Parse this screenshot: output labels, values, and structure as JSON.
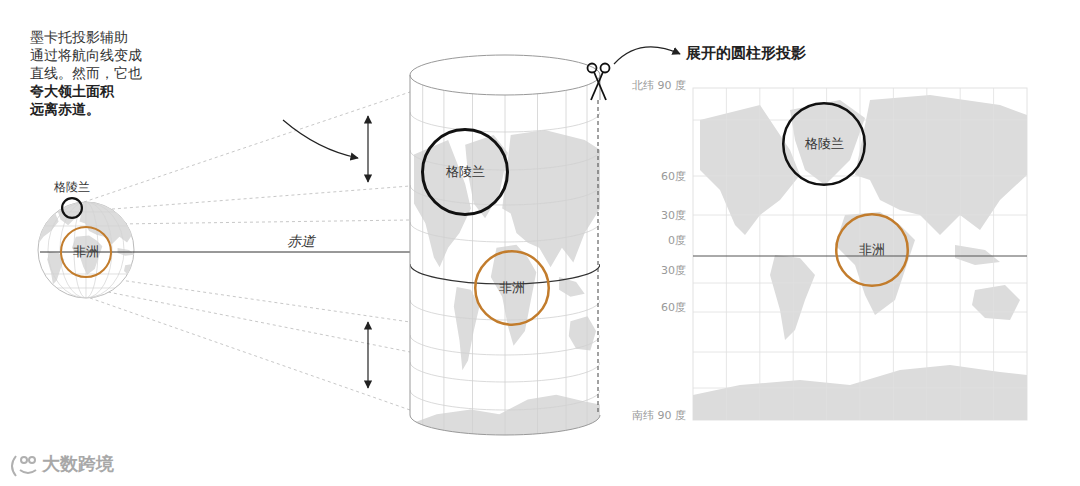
{
  "diagram": {
    "nodes": [
      {
        "text": [
          "格陵兰"
        ]
      },
      {
        "text": [
          "非洲"
        ]
      },
      {
        "text": [
          "格陵兰"
        ]
      },
      {
        "text": [
          "非洲"
        ]
      },
      {
        "text": [
          "格陵兰"
        ]
      },
      {
        "text": [
          "非洲"
        ]
      }
    ],
    "labels": [
      "墨卡托投影辅助 通过将航向线变成 直线。然而，它也",
      "夸大领土面积 远离赤道。",
      "赤道",
      "展开的圆柱形投影",
      "北纬 90 度",
      "60度",
      "30度",
      "0度",
      "30度",
      "60度",
      "南纬 90 度",
      "大数跨境"
    ]
  }
}
